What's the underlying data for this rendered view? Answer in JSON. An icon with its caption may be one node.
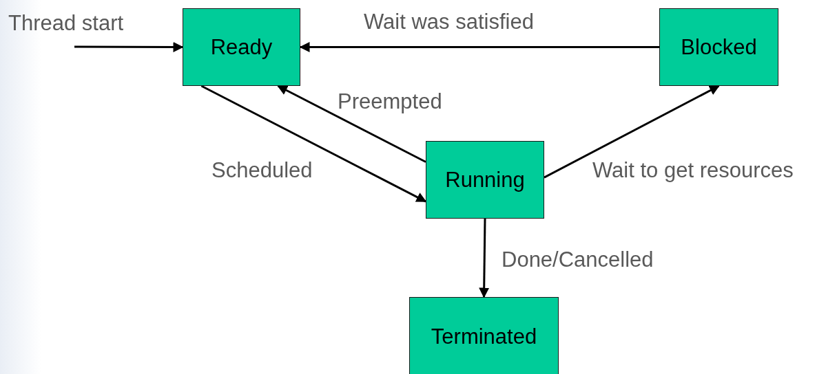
{
  "diagram": {
    "nodes": [
      {
        "text": [
          "Ready"
        ]
      },
      {
        "text": [
          "Blocked"
        ]
      },
      {
        "text": [
          "Running"
        ]
      },
      {
        "text": [
          "Terminated"
        ]
      }
    ],
    "edges": [
      {
        "from": null,
        "to": 0,
        "arrow": "to",
        "label": "Thread start"
      },
      {
        "from": 1,
        "to": 0,
        "arrow": "to",
        "label": "Wait was satisfied"
      },
      {
        "from": 0,
        "to": 2,
        "arrow": "to",
        "label": "Scheduled"
      },
      {
        "from": 2,
        "to": 0,
        "arrow": "to",
        "label": "Preempted"
      },
      {
        "from": 2,
        "to": 1,
        "arrow": "to",
        "label": "Wait to get resources"
      },
      {
        "from": 2,
        "to": 3,
        "arrow": "to",
        "label": "Done/Cancelled"
      }
    ]
  }
}
